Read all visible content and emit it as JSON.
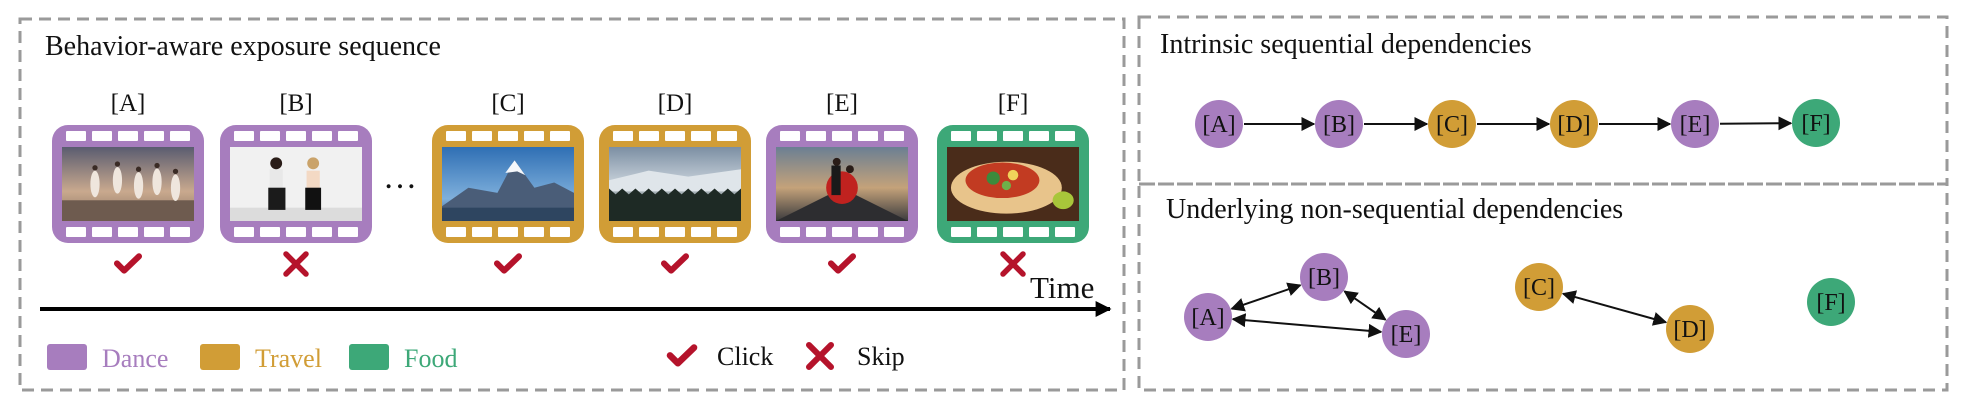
{
  "colors": {
    "dance": "#A77DBE",
    "travel": "#D19D36",
    "food": "#3DA878",
    "mark": "#B5132B",
    "border": "#9a9a9a",
    "arrow": "#111111"
  },
  "left_panel": {
    "title": "Behavior-aware exposure sequence",
    "ellipsis": "…",
    "time_label": "Time",
    "items": [
      {
        "label": "[A]",
        "category": "dance",
        "feedback": "click",
        "scene": "ballet"
      },
      {
        "label": "[B]",
        "category": "dance",
        "feedback": "skip",
        "scene": "dancers"
      },
      {
        "label": "[C]",
        "category": "travel",
        "feedback": "click",
        "scene": "mountain"
      },
      {
        "label": "[D]",
        "category": "travel",
        "feedback": "click",
        "scene": "forest-mist"
      },
      {
        "label": "[E]",
        "category": "dance",
        "feedback": "click",
        "scene": "road-dance"
      },
      {
        "label": "[F]",
        "category": "food",
        "feedback": "skip",
        "scene": "burrito"
      }
    ],
    "legend": {
      "categories": [
        {
          "key": "dance",
          "label": "Dance"
        },
        {
          "key": "travel",
          "label": "Travel"
        },
        {
          "key": "food",
          "label": "Food"
        }
      ],
      "click_label": "Click",
      "skip_label": "Skip",
      "check_icon": "check-icon",
      "cross_icon": "cross-icon"
    }
  },
  "top_right_panel": {
    "title": "Intrinsic sequential dependencies",
    "nodes": [
      {
        "label": "[A]",
        "category": "dance"
      },
      {
        "label": "[B]",
        "category": "dance"
      },
      {
        "label": "[C]",
        "category": "travel"
      },
      {
        "label": "[D]",
        "category": "travel"
      },
      {
        "label": "[E]",
        "category": "dance"
      },
      {
        "label": "[F]",
        "category": "food"
      }
    ],
    "edges": [
      [
        "[A]",
        "[B]"
      ],
      [
        "[B]",
        "[C]"
      ],
      [
        "[C]",
        "[D]"
      ],
      [
        "[D]",
        "[E]"
      ],
      [
        "[E]",
        "[F]"
      ]
    ]
  },
  "bottom_right_panel": {
    "title": "Underlying non-sequential dependencies",
    "nodes": [
      {
        "label": "[A]",
        "category": "dance"
      },
      {
        "label": "[B]",
        "category": "dance"
      },
      {
        "label": "[E]",
        "category": "dance"
      },
      {
        "label": "[C]",
        "category": "travel"
      },
      {
        "label": "[D]",
        "category": "travel"
      },
      {
        "label": "[F]",
        "category": "food"
      }
    ],
    "edges": [
      [
        "[A]",
        "[B]"
      ],
      [
        "[B]",
        "[E]"
      ],
      [
        "[A]",
        "[E]"
      ],
      [
        "[C]",
        "[D]"
      ]
    ]
  }
}
